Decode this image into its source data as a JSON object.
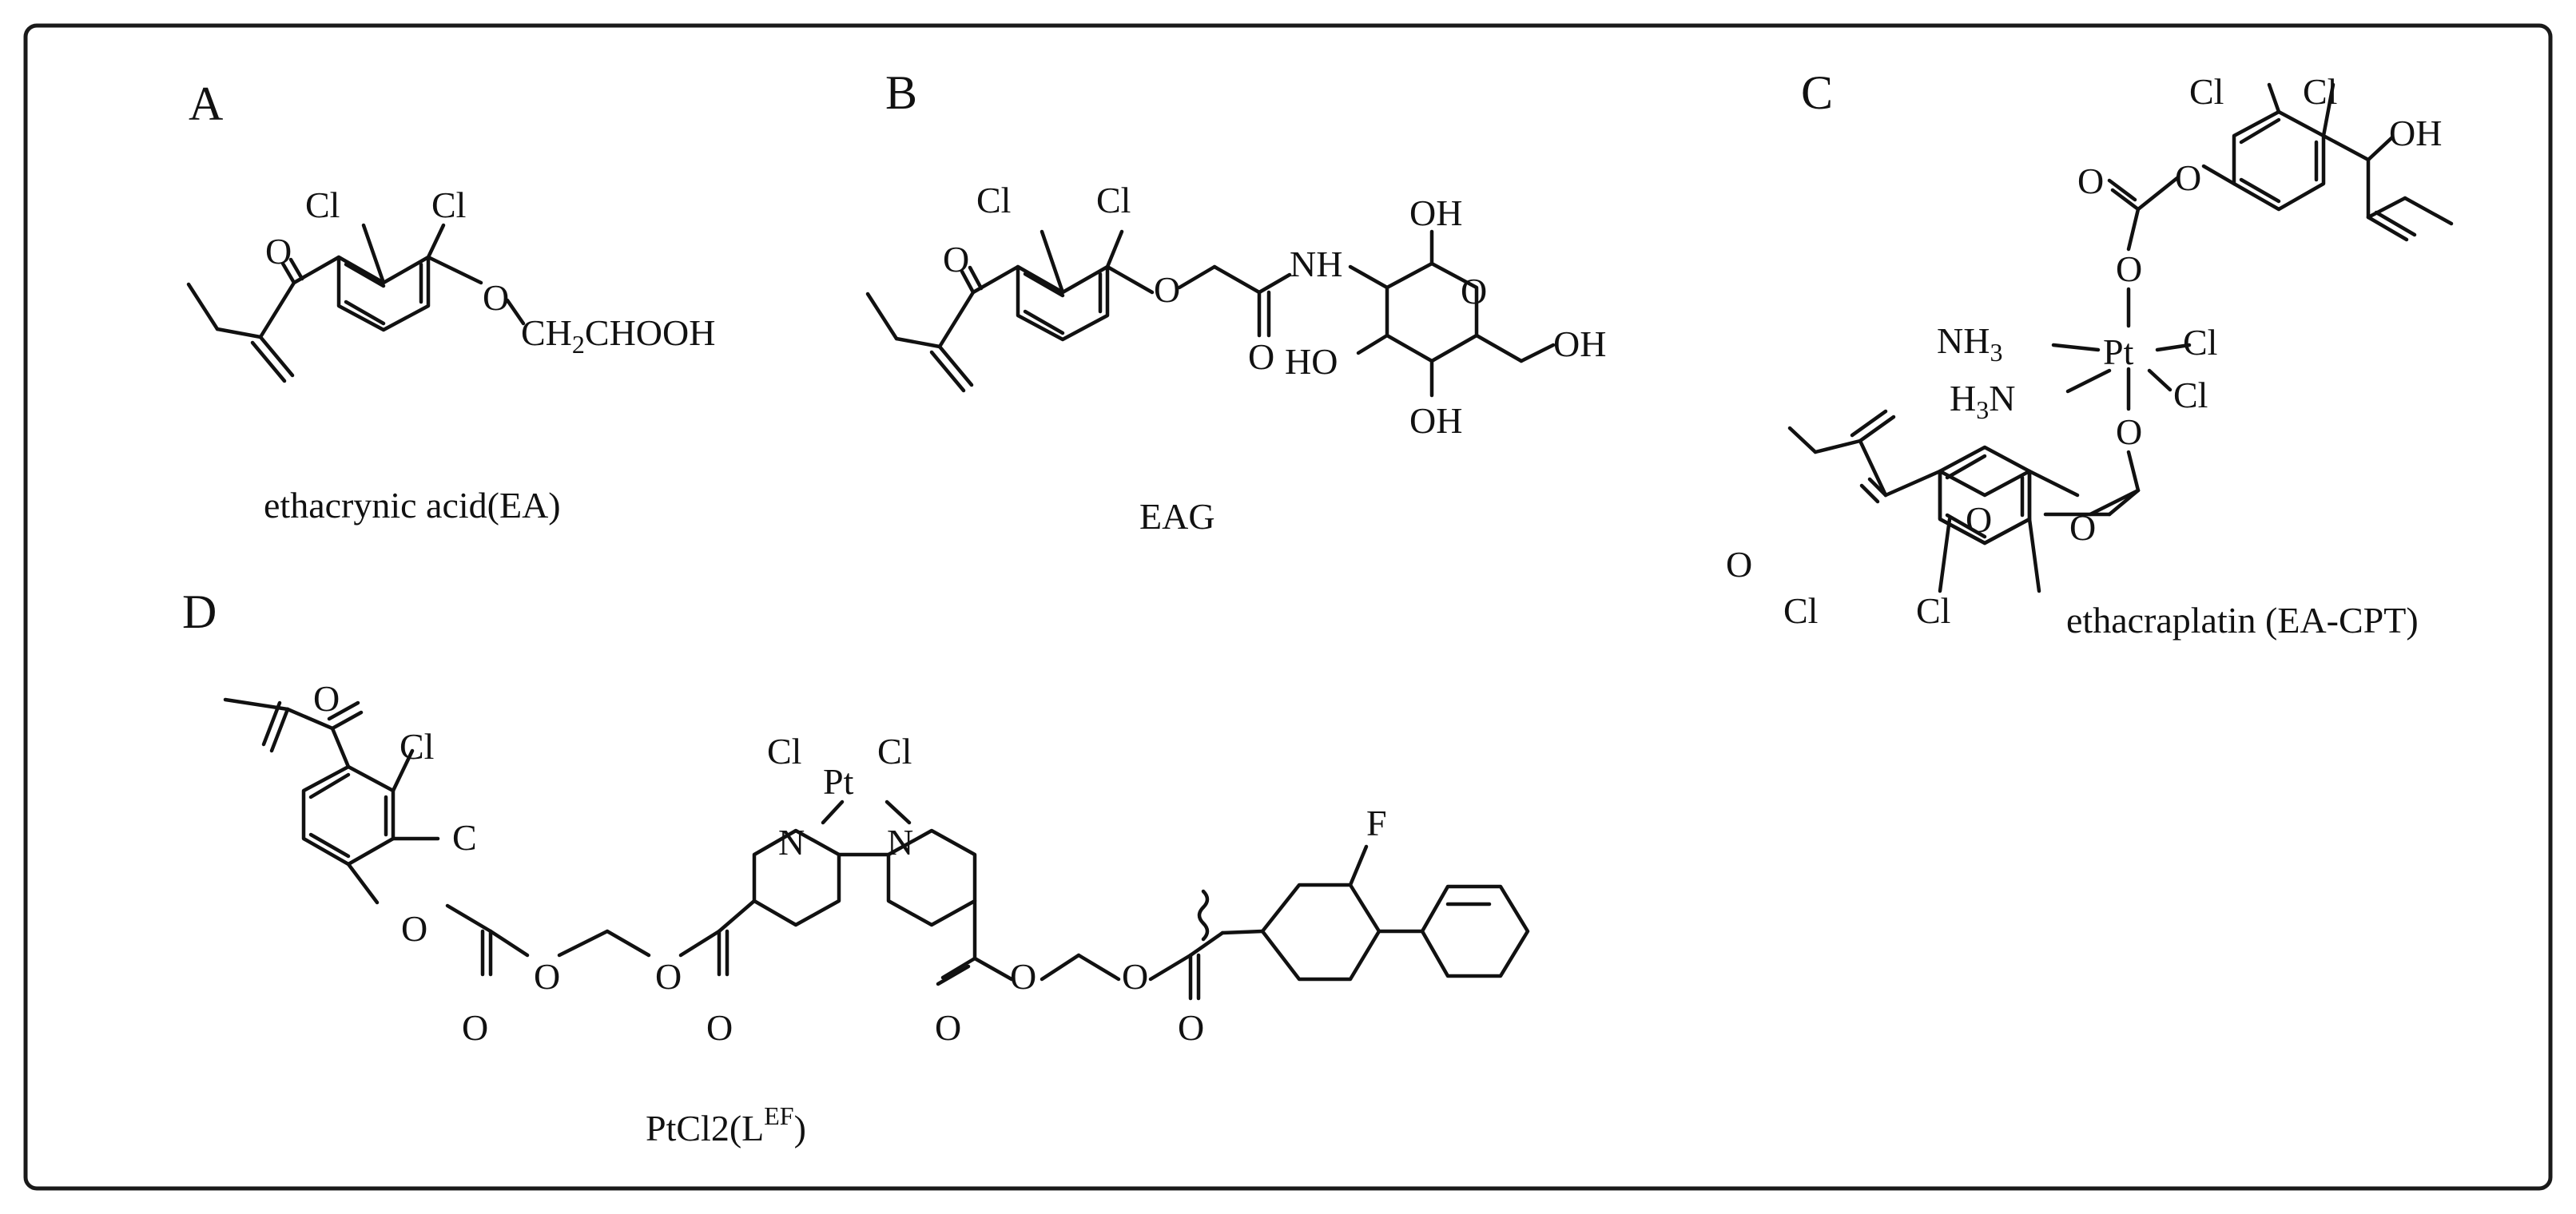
{
  "panels": {
    "A": {
      "letter": "A",
      "caption": "ethacrynic acid(EA)"
    },
    "B": {
      "letter": "B",
      "caption": "EAG"
    },
    "C": {
      "letter": "C",
      "caption": "ethacraplatin (EA-CPT)"
    },
    "D": {
      "letter": "D",
      "caption_main": "PtCl2(L",
      "caption_sup": "EF",
      "caption_end": ")"
    }
  },
  "labels": {
    "cl": "Cl",
    "o": "O",
    "c": "C",
    "n": "N",
    "f": "F",
    "pt": "Pt",
    "oh": "OH",
    "ho": "HO",
    "nh": "NH",
    "ch2choh": "CH",
    "ch2choh_sub": "2",
    "ch2choh_end": "CHOOH",
    "nh3": "NH",
    "h3n_h": "H",
    "h3n_n": "N",
    "three": "3"
  }
}
